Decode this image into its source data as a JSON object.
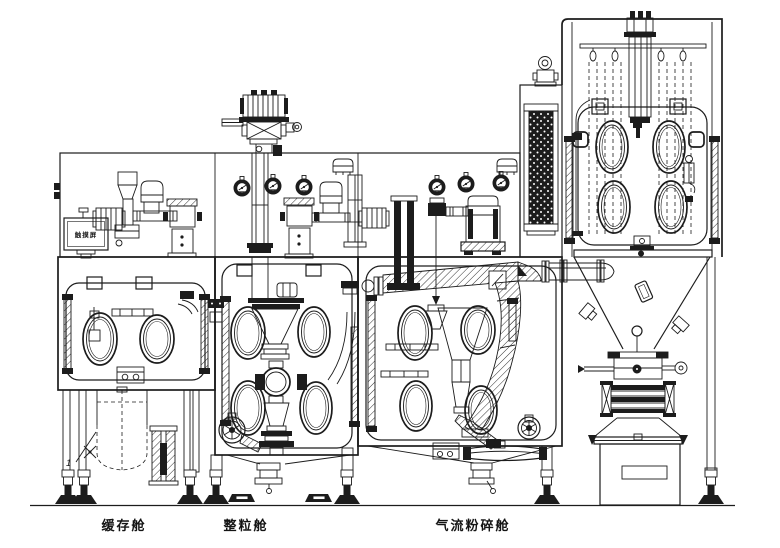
{
  "figure": {
    "type": "isolator-line-engineering-diagram",
    "background": "#ffffff",
    "line_color": "#1c1c1c"
  },
  "labels": {
    "chambers": [
      {
        "id": "buffer-chamber",
        "label": "缓存舱"
      },
      {
        "id": "granulating-chamber",
        "label": "整粒舱"
      },
      {
        "id": "jet-milling-chamber",
        "label": "气流粉碎舱"
      }
    ],
    "touch_screen": "触摸屏",
    "annotation_1": "1"
  }
}
